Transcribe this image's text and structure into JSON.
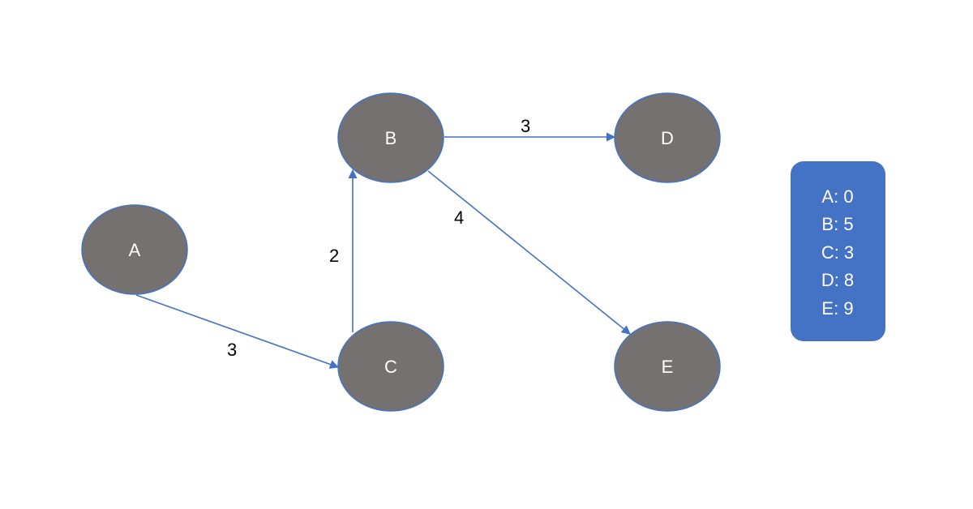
{
  "nodes": [
    {
      "id": "A",
      "label": "A"
    },
    {
      "id": "B",
      "label": "B"
    },
    {
      "id": "C",
      "label": "C"
    },
    {
      "id": "D",
      "label": "D"
    },
    {
      "id": "E",
      "label": "E"
    }
  ],
  "edges": [
    {
      "from": "A",
      "to": "C",
      "weight": "3"
    },
    {
      "from": "C",
      "to": "B",
      "weight": "2"
    },
    {
      "from": "B",
      "to": "D",
      "weight": "3"
    },
    {
      "from": "B",
      "to": "E",
      "weight": "4"
    }
  ],
  "distances": [
    "A: 0",
    "B: 5",
    "C: 3",
    "D: 8",
    "E: 9"
  ],
  "colors": {
    "node_fill": "#767171",
    "edge": "#4472c4",
    "legend_fill": "#4472c4"
  }
}
